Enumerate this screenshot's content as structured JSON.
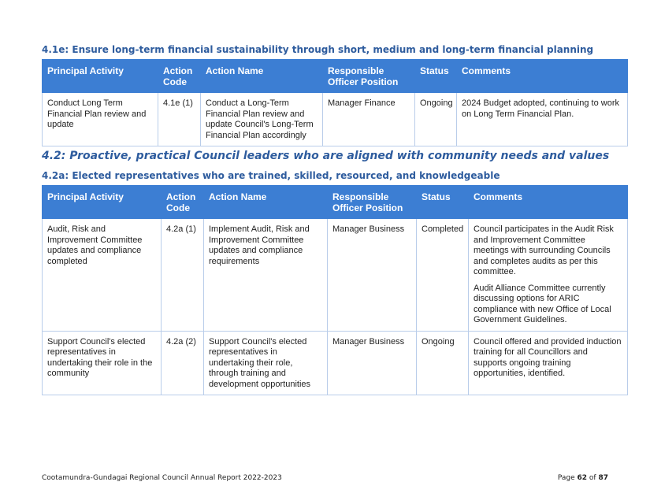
{
  "section_41e": {
    "heading": "4.1e: Ensure long-term financial sustainability through short, medium and long-term financial planning",
    "headers": [
      "Principal Activity",
      "Action Code",
      "Action Name",
      "Responsible Officer Position",
      "Status",
      "Comments"
    ],
    "rows": [
      {
        "activity": "Conduct Long Term Financial Plan review and update",
        "code": "4.1e (1)",
        "action": "Conduct a Long-Term Financial Plan review and update Council's Long-Term Financial Plan accordingly",
        "officer": "Manager Finance",
        "status": "Ongoing",
        "comments": [
          "2024 Budget adopted, continuing to work on Long Term Financial Plan."
        ]
      }
    ]
  },
  "section_42": {
    "heading": "4.2: Proactive, practical Council leaders who are aligned with community needs and values"
  },
  "section_42a": {
    "heading": "4.2a: Elected representatives who are trained, skilled, resourced, and knowledgeable",
    "headers": [
      "Principal Activity",
      "Action Code",
      "Action Name",
      "Responsible Officer Position",
      "Status",
      "Comments"
    ],
    "rows": [
      {
        "activity": "Audit, Risk and Improvement Committee updates and compliance completed",
        "code": "4.2a (1)",
        "action": "Implement Audit, Risk and Improvement Committee updates and compliance requirements",
        "officer": "Manager Business",
        "status": "Completed",
        "comments": [
          "Council participates in the Audit Risk and Improvement Committee meetings with surrounding Councils and completes audits as per this committee.",
          "Audit Alliance Committee currently discussing options for ARIC compliance with new Office of Local Government Guidelines."
        ]
      },
      {
        "activity": "Support Council's elected representatives in undertaking their role in the community",
        "code": "4.2a (2)",
        "action": "Support Council's elected representatives in undertaking their role, through training and development opportunities",
        "officer": "Manager Business",
        "status": "Ongoing",
        "comments": [
          "Council offered and provided induction training for all Councillors and supports ongoing training opportunities, identified."
        ]
      }
    ]
  },
  "footer": {
    "left": "Cootamundra-Gundagai Regional Council Annual Report 2022-2023",
    "page_prefix": "Page ",
    "page_number": "62",
    "page_of": " of ",
    "page_total": "87"
  },
  "colors": {
    "heading": "#2E5C9E",
    "table_header_bg": "#3C7ED3",
    "table_border": "#B9CDEA"
  }
}
